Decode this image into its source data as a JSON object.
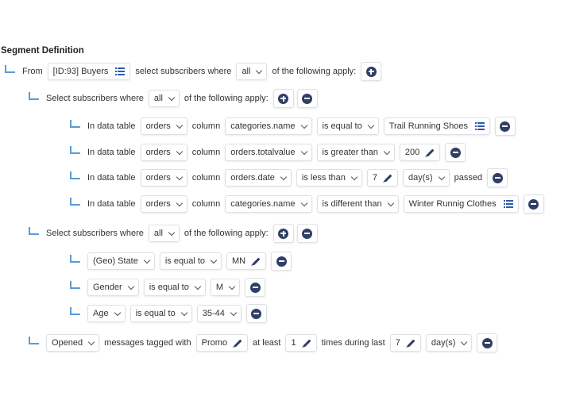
{
  "title": "Segment Definition",
  "root": {
    "from": "From",
    "list": "[ID:93] Buyers",
    "select_where": "select subscribers where",
    "quantifier": "all",
    "following": "of the following apply:"
  },
  "group1": {
    "label": "Select subscribers where",
    "quantifier": "all",
    "following": "of the following apply:",
    "conditions": [
      {
        "lead": "In data table",
        "table": "orders",
        "col_label": "column",
        "column": "categories.name",
        "op": "is equal to",
        "value": "Trail Running Shoes"
      },
      {
        "lead": "In data table",
        "table": "orders",
        "col_label": "column",
        "column": "orders.totalvalue",
        "op": "is greater than",
        "value": "200"
      },
      {
        "lead": "In data table",
        "table": "orders",
        "col_label": "column",
        "column": "orders.date",
        "op": "is less than",
        "value": "7",
        "unit": "day(s)",
        "suffix": "passed"
      },
      {
        "lead": "In data table",
        "table": "orders",
        "col_label": "column",
        "column": "categories.name",
        "op": "is different than",
        "value": "Winter Runnig Clothes"
      }
    ]
  },
  "group2": {
    "label": "Select subscribers where",
    "quantifier": "all",
    "following": "of the following apply:",
    "conditions": [
      {
        "field": "(Geo) State",
        "op": "is equal to",
        "value": "MN"
      },
      {
        "field": "Gender",
        "op": "is equal to",
        "value": "M"
      },
      {
        "field": "Age",
        "op": "is equal to",
        "value": "35-44"
      }
    ]
  },
  "bottom": {
    "action": "Opened",
    "tagged": "messages tagged with",
    "tag": "Promo",
    "atleast": "at least",
    "count": "1",
    "times": "times during last",
    "period": "7",
    "unit": "day(s)"
  },
  "icons": {
    "add": "plus-circle-icon",
    "remove": "minus-circle-icon",
    "list": "list-icon",
    "edit": "pencil-icon",
    "dropdown": "chevron-down-icon"
  },
  "colors": {
    "accent": "#5b9bd5",
    "icon": "#2f3f66",
    "list_icon": "#2f5aa8"
  }
}
